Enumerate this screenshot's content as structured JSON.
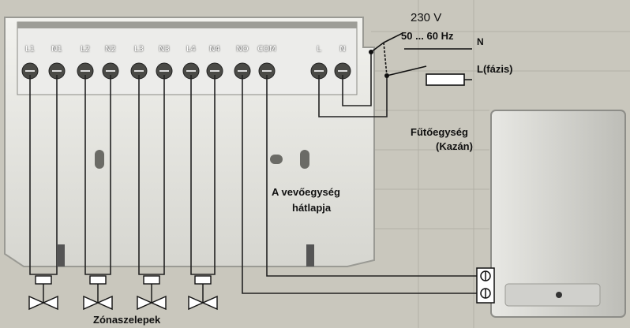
{
  "supply": {
    "voltage": "230 V",
    "frequency": "50 ... 60 Hz",
    "neutral": "N",
    "phase": "L(fázis)"
  },
  "terminals": [
    "L1",
    "N1",
    "L2",
    "N2",
    "L3",
    "N3",
    "L4",
    "N4",
    "NO",
    "COM",
    "L",
    "N"
  ],
  "boiler_label_line1": "Fűtőegység",
  "boiler_label_line2": "(Kazán)",
  "receiver_label_line1": "A vevőegység",
  "receiver_label_line2": "hátlapja",
  "valves_label": "Zónaszelepek"
}
